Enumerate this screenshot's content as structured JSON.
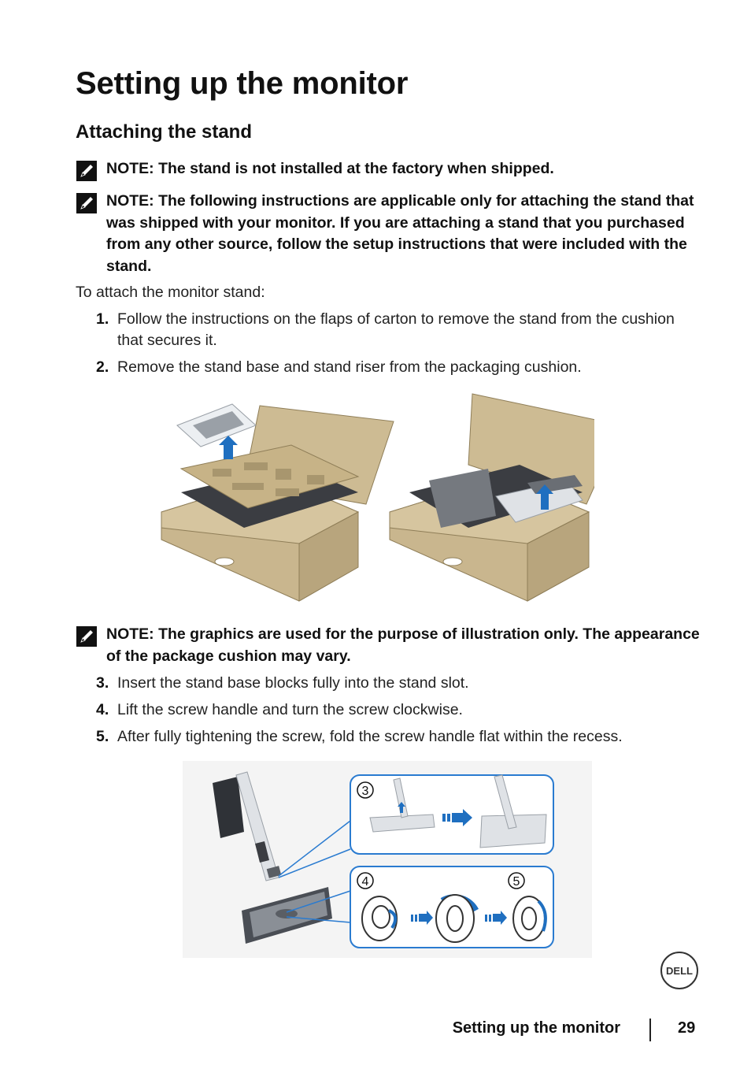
{
  "page": {
    "title": "Setting up the monitor",
    "subtitle": "Attaching the stand"
  },
  "notes": [
    "NOTE: The stand is not installed at the factory when shipped.",
    "NOTE: The following instructions are applicable only for attaching the stand that was shipped with your monitor. If you are attaching a stand that you purchased from any other source, follow the setup instructions that were included with the stand.",
    "NOTE: The graphics are used for the purpose of illustration only. The appearance of the package cushion may vary."
  ],
  "intro": "To attach the monitor stand:",
  "steps": [
    {
      "num": "1.",
      "text": "Follow the instructions on the flaps of carton to remove the stand from the cushion that secures it."
    },
    {
      "num": "2.",
      "text": "Remove the stand base and stand riser from the packaging cushion."
    },
    {
      "num": "3.",
      "text": "Insert the stand base blocks fully into the stand slot."
    },
    {
      "num": "4.",
      "text": "Lift the screw handle and turn the screw clockwise."
    },
    {
      "num": "5.",
      "text": "After fully tightening the screw, fold the screw handle flat within the recess."
    }
  ],
  "figure2_callouts": [
    "3",
    "4",
    "5"
  ],
  "icons": {
    "note": "pencil-note-icon",
    "arrow": "up-arrow-icon",
    "transition": "right-arrow-icon",
    "logo": "dell-logo"
  },
  "colors": {
    "cardboard": "#c9b68e",
    "cardboard_dark": "#a8966e",
    "arrow_blue": "#1f6fc0",
    "callout_border": "#2a7bd0",
    "stand_gray": "#8a8f96"
  },
  "footer": {
    "title": "Setting up the monitor",
    "page_number": "29",
    "logo_text": "DELL"
  }
}
